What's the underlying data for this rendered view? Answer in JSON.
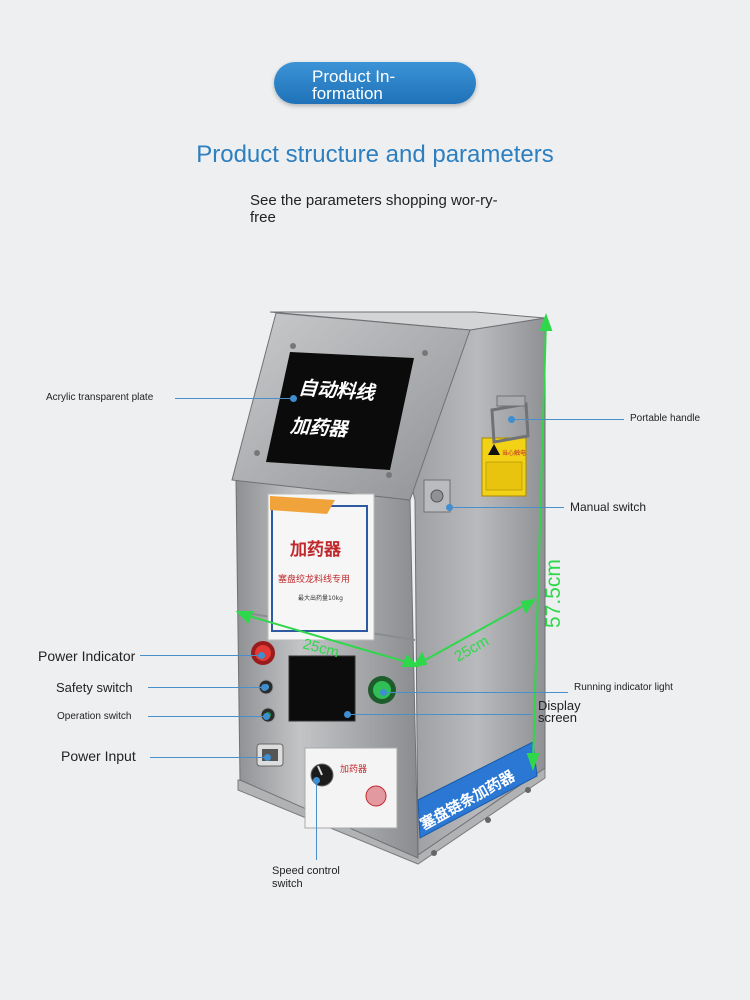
{
  "header": {
    "badge": "Product In-formation",
    "title": "Product structure and parameters",
    "subtitle": "See the parameters shopping wor-ry-free"
  },
  "machine": {
    "display_text_line1": "自动料线",
    "display_text_line2": "加药器",
    "front_label_title": "加药器",
    "front_label_sub": "塞盘绞龙料线专用",
    "front_label_small": "最大出药量10kg",
    "side_banner": "塞盘链条加药器",
    "small_label_title": "加药器",
    "warning_text": "当心触电"
  },
  "dimensions": {
    "height": "57.5cm",
    "width_front": "25cm",
    "width_side": "25cm"
  },
  "labels": {
    "acrylic_plate": "Acrylic transparent plate",
    "portable_handle": "Portable handle",
    "manual_switch": "Manual switch",
    "power_indicator": "Power Indicator",
    "safety_switch": "Safety switch",
    "operation_switch": "Operation switch",
    "power_input": "Power Input",
    "running_light": "Running indicator light",
    "display_screen": "Display screen",
    "speed_switch": "Speed control switch"
  },
  "colors": {
    "accent_blue": "#2d7fbf",
    "dimension_green": "#2fd84a",
    "steel": "#a9abae"
  }
}
